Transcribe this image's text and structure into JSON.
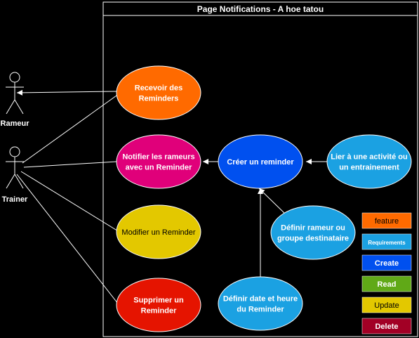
{
  "diagram": {
    "title": "Page Notifications - A hoe tatou",
    "actors": [
      {
        "id": "rameur",
        "label": "Rameur"
      },
      {
        "id": "trainer",
        "label": "Trainer"
      }
    ],
    "use_cases": [
      {
        "id": "recevoir",
        "lines": [
          "Recevoir des",
          "Reminders"
        ],
        "color": "#FF6A00",
        "text_color": "#ffffff"
      },
      {
        "id": "notifier",
        "lines": [
          "Notifier les rameurs",
          "avec un Reminder"
        ],
        "color": "#E0007A",
        "text_color": "#ffffff"
      },
      {
        "id": "modifier",
        "lines": [
          "Modifier un Reminder"
        ],
        "color": "#E3C800",
        "text_color": "#000000"
      },
      {
        "id": "supprimer",
        "lines": [
          "Supprimer un",
          "Reminder"
        ],
        "color": "#E51400",
        "text_color": "#ffffff"
      },
      {
        "id": "creer",
        "lines": [
          "Créer un reminder"
        ],
        "color": "#0050EF",
        "text_color": "#ffffff"
      },
      {
        "id": "lier",
        "lines": [
          "Lier à une activité ou",
          "un entrainement"
        ],
        "color": "#1BA1E2",
        "text_color": "#ffffff"
      },
      {
        "id": "definir-rameur",
        "lines": [
          "Définir rameur ou",
          "groupe destinataire"
        ],
        "color": "#1BA1E2",
        "text_color": "#ffffff"
      },
      {
        "id": "definir-date",
        "lines": [
          "Définir date et heure",
          "du Reminder"
        ],
        "color": "#1BA1E2",
        "text_color": "#ffffff"
      }
    ],
    "legend": [
      {
        "label": "feature",
        "color": "#FF6A00",
        "text_color": "#000000"
      },
      {
        "label": "Requirements",
        "color": "#1BA1E2",
        "text_color": "#ffffff"
      },
      {
        "label": "Create",
        "color": "#0050EF",
        "text_color": "#ffffff"
      },
      {
        "label": "Read",
        "color": "#60A917",
        "text_color": "#ffffff"
      },
      {
        "label": "Update",
        "color": "#E3C800",
        "text_color": "#000000"
      },
      {
        "label": "Delete",
        "color": "#A20025",
        "text_color": "#ffffff"
      }
    ]
  }
}
